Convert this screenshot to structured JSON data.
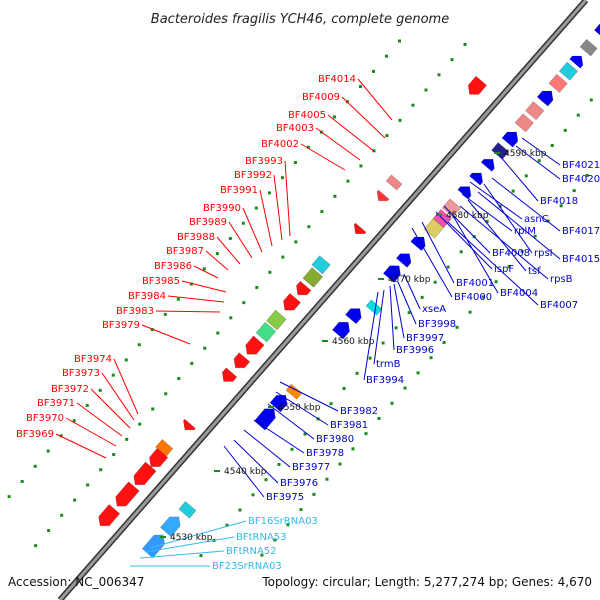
{
  "title": "Bacteroides fragilis YCH46, complete genome",
  "footer": {
    "accession": "Accession: NC_006347",
    "summary": "Topology: circular; Length: 5,277,274 bp; Genes: 4,670"
  },
  "colors": {
    "red_label": "#ff0000",
    "blue_label": "#0000cc",
    "cyan_label": "#33bbee",
    "gene_red": "#ff0000",
    "gene_blue": "#0000ee",
    "backbone": "#777777"
  },
  "ticks": [
    "4530 kbp",
    "4540 kbp",
    "4550 kbp",
    "4560 kbp",
    "4570 kbp",
    "4580 kbp",
    "4590 kbp"
  ],
  "labels_red": [
    "BF4014",
    "BF4009",
    "BF4005",
    "BF4003",
    "BF4002",
    "BF3993",
    "BF3992",
    "BF3991",
    "BF3990",
    "BF3989",
    "BF3988",
    "BF3987",
    "BF3986",
    "BF3985",
    "BF3984",
    "BF3983",
    "BF3979",
    "BF3974",
    "BF3973",
    "BF3972",
    "BF3971",
    "BF3970",
    "BF3969"
  ],
  "labels_blue": [
    "BF4021",
    "BF4020",
    "BF4018",
    "asnC",
    "BF4017",
    "rplM",
    "rpsI",
    "BF4015",
    "BF4008",
    "tsf",
    "ispF",
    "rpsB",
    "BF4001",
    "BF4000",
    "BF4004",
    "BF4007",
    "xseA",
    "BF3998",
    "BF3997",
    "BF3996",
    "trmB",
    "BF3994",
    "BF3982",
    "BF3981",
    "BF3980",
    "BF3978",
    "BF3977",
    "BF3976",
    "BF3975"
  ],
  "labels_cyan": [
    "BF16SrRNA03",
    "BFtRNA53",
    "BFtRNA52",
    "BF23SrRNA03"
  ]
}
